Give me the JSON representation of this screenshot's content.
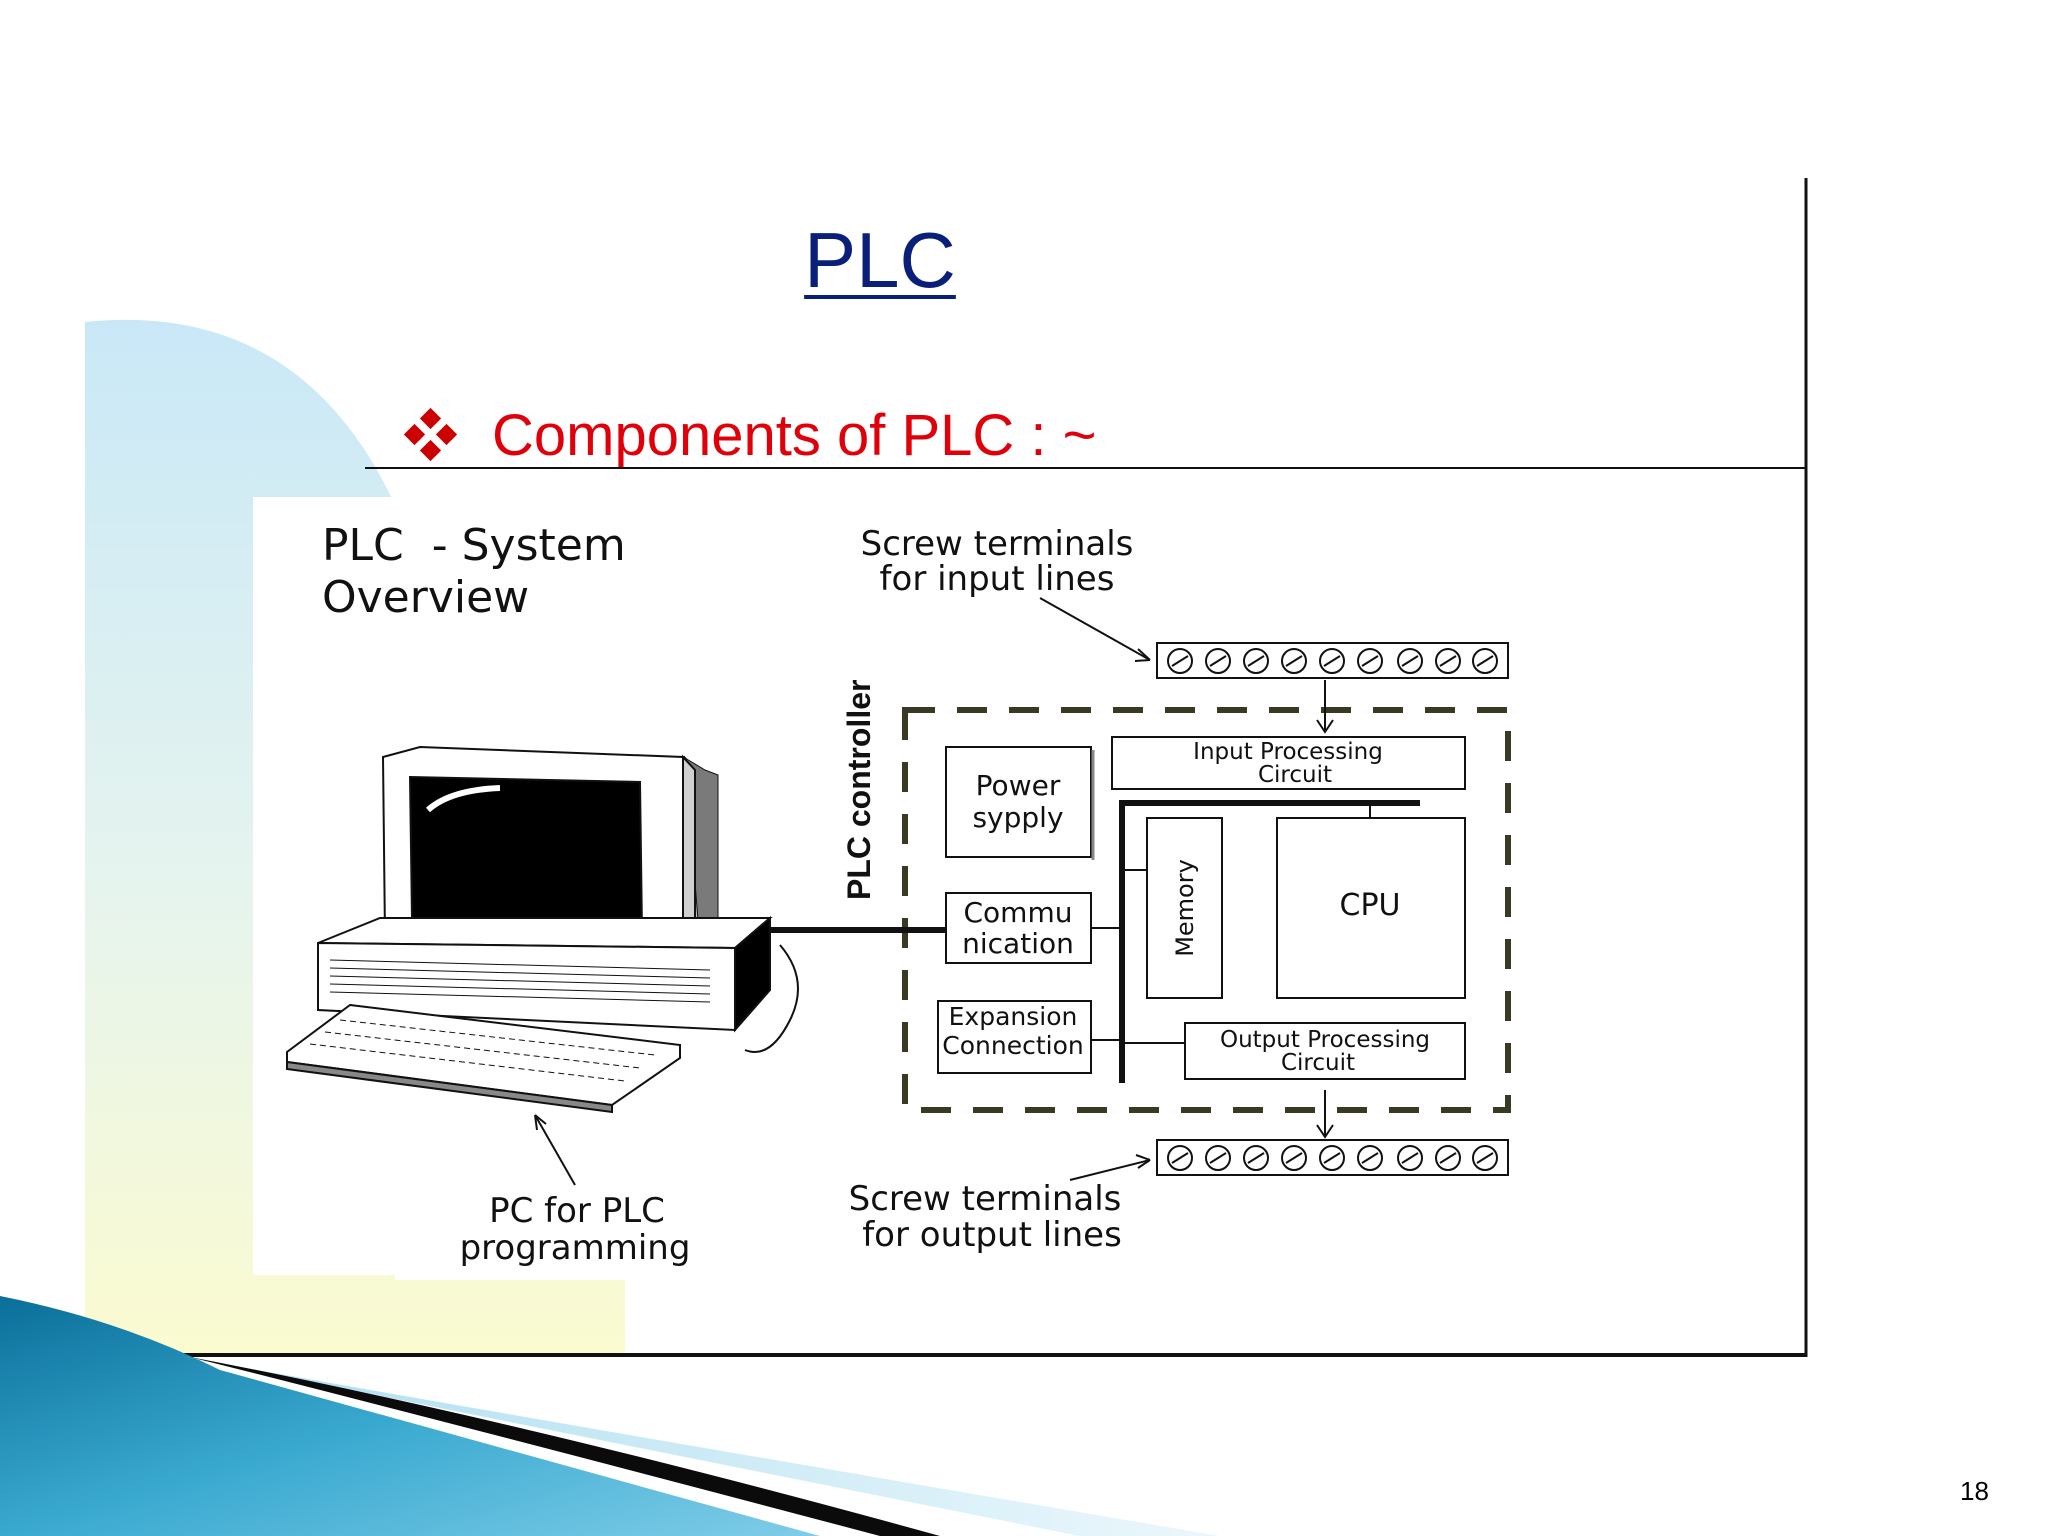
{
  "slide": {
    "title": "PLC",
    "bullet_text": "Components of PLC : ~",
    "page_number": "18"
  },
  "diagram": {
    "heading_line1": "PLC  - System",
    "heading_line2": "Overview",
    "input_terminals_line1": "Screw terminals",
    "input_terminals_line2": "for input lines",
    "output_terminals_line1": "Screw terminals",
    "output_terminals_line2": "for output lines",
    "pc_label_line1": "PC for PLC",
    "pc_label_line2": "programming",
    "controller_label": "PLC controller",
    "power_line1": "Power",
    "power_line2": "sypply",
    "comm_line1": "Commu",
    "comm_line2": "nication",
    "exp_line1": "Expansion",
    "exp_line2": "Connection",
    "input_circuit_line1": "Input Processing",
    "input_circuit_line2": "Circuit",
    "memory_label": "Memory",
    "cpu_label": "CPU",
    "output_circuit_line1": "Output Processing",
    "output_circuit_line2": "Circuit"
  },
  "colors": {
    "title": "#0a1f7a",
    "bullet": "#cc0000",
    "bullet_text": "#e0000a",
    "dashed_border": "#3a3a24"
  },
  "icons": {
    "bullet": "four-diamond-bullet-icon",
    "computer": "desktop-computer-icon",
    "screw": "screw-terminal-icon"
  }
}
